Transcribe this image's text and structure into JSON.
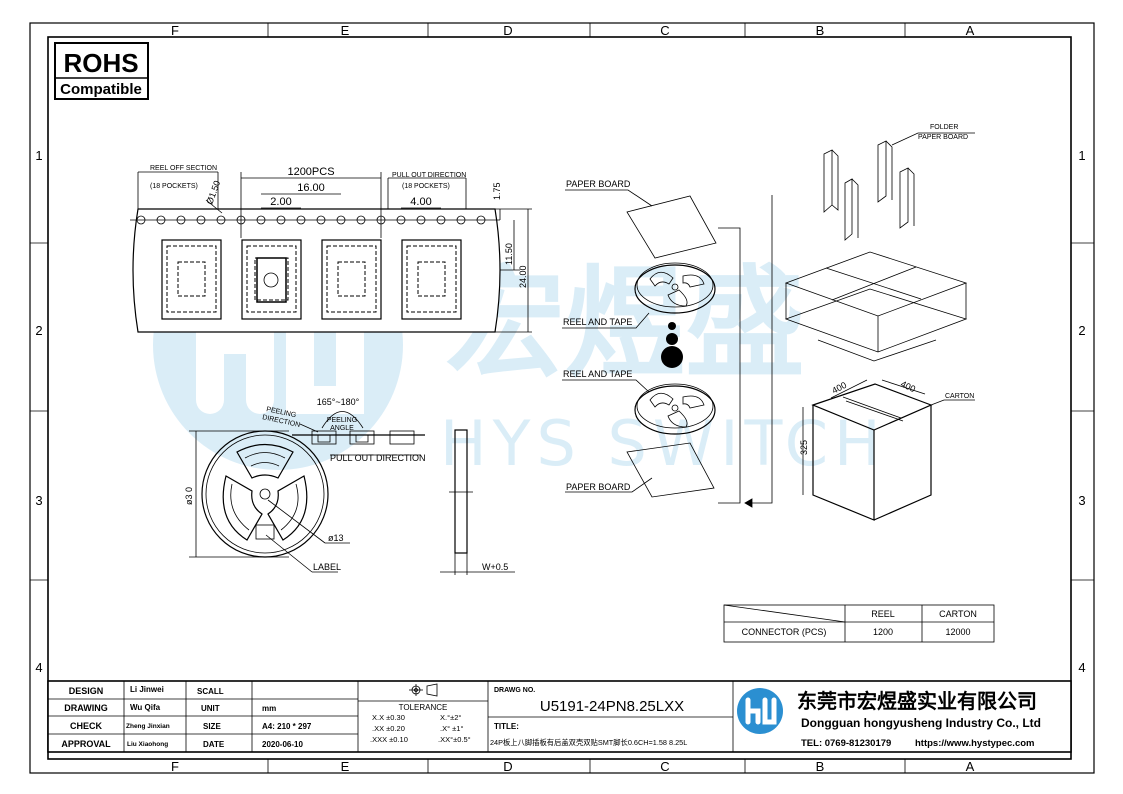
{
  "zones": {
    "columns": [
      "F",
      "E",
      "D",
      "C",
      "B",
      "A"
    ],
    "rows": [
      "1",
      "2",
      "3",
      "4"
    ]
  },
  "rohs": {
    "line1": "ROHS",
    "line2": "Compatible"
  },
  "watermark": {
    "cn": "宏煜盛",
    "en": "HYS SWITCH"
  },
  "tape": {
    "reel_off_section": "REEL OFF SECTION",
    "pockets_left": "(18 POCKETS)",
    "pcs": "1200PCS",
    "pull_out_direction_small": "PULL OUT DIRECTION",
    "pockets_right": "(18 POCKETS)",
    "dim_hole": "Ø1.50",
    "dim_pitch": "16.00",
    "dim_hole_pitch_left": "2.00",
    "dim_hole_pitch_right": "4.00",
    "dim_edge": "1.75",
    "dim_half_width": "11.50",
    "dim_width": "24.00"
  },
  "reel": {
    "angle": "165°~180°",
    "peeling_direction_1": "PEELING",
    "peeling_direction_2": "DIRECTION",
    "peeling_angle_1": "PEELING",
    "peeling_angle_2": "ANGLE",
    "pull_out_direction": "PULL OUT DIRECTION",
    "dia_outer": "ø3 0",
    "dia_hub": "ø13",
    "label": "LABEL",
    "side_width": "W+0.5"
  },
  "packing": {
    "paper_board_top": "PAPER BOARD",
    "reel_and_tape_1": "REEL AND TAPE",
    "reel_and_tape_2": "REEL AND TAPE",
    "paper_board_bottom": "PAPER BOARD",
    "folder_1": "FOLDER",
    "folder_2": "PAPER BOARD",
    "carton": "CARTON",
    "dim_400_a": "400",
    "dim_400_b": "400",
    "dim_325": "325"
  },
  "qty_table": {
    "headers": [
      "",
      "REEL",
      "CARTON"
    ],
    "row_label": "CONNECTOR (PCS)",
    "reel": "1200",
    "carton": "12000"
  },
  "title_block": {
    "design_label": "DESIGN",
    "design_name": "Li Jinwei",
    "drawing_label": "DRAWING",
    "drawing_name": "Wu Qifa",
    "check_label": "CHECK",
    "check_name": "Zheng Jinxian",
    "approval_label": "APPROVAL",
    "approval_name": "Liu Xiaohong",
    "scale_label": "SCALL",
    "scale_value": "",
    "unit_label": "UNIT",
    "unit_value": "mm",
    "size_label": "SIZE",
    "size_value": "A4: 210 * 297",
    "date_label": "DATE",
    "date_value": "2020-06-10",
    "tolerance_label": "TOLERANCE",
    "tol_1a": "X.X  ±0.30",
    "tol_1b": "X.°±2°",
    "tol_2a": ".XX  ±0.20",
    "tol_2b": ".X° ±1°",
    "tol_3a": ".XXX ±0.10",
    "tol_3b": ".XX°±0.5°",
    "drawing_no_label": "DRAWG NO.",
    "drawing_no": "U5191-24PN8.25LXX",
    "title_label": "TITLE:",
    "title_value": "24P板上八脚插板有后盖双壳双贴SMT脚长0.6CH=1.58 8.25L",
    "company_cn": "东莞市宏煜盛实业有限公司",
    "company_en": "Dongguan hongyusheng Industry Co., Ltd",
    "tel": "TEL: 0769-81230179",
    "website": "https://www.hystypec.com"
  },
  "colors": {
    "watermark": "#8ec8e8",
    "logo_blue": "#2b8fd1",
    "ink": "#000000"
  }
}
